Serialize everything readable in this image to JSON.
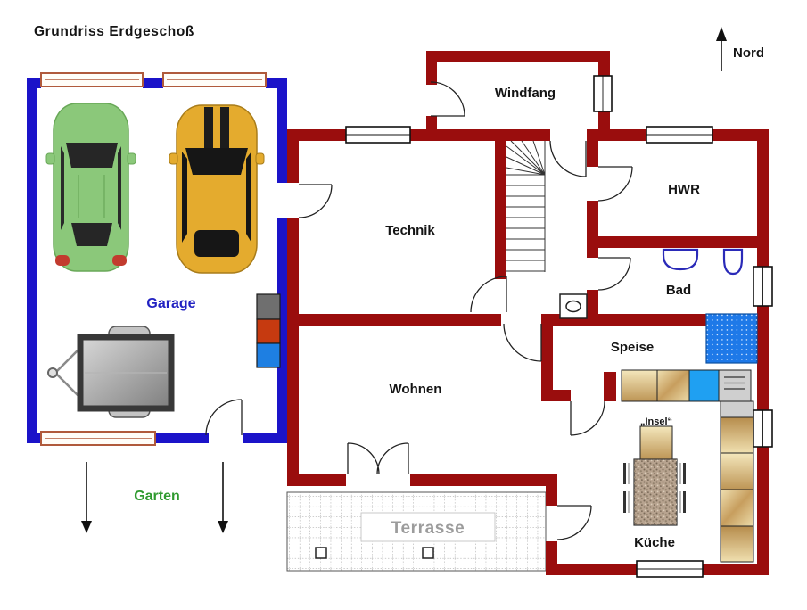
{
  "title": "Grundriss Erdgeschoß",
  "compass": {
    "north_label": "Nord"
  },
  "floor_plan": {
    "rooms": {
      "windfang": "Windfang",
      "technik": "Technik",
      "hwr": "HWR",
      "bad": "Bad",
      "speise": "Speise",
      "wohnen": "Wohnen",
      "kueche": "Küche",
      "garage": "Garage"
    },
    "annotations": {
      "insel": "„Insel“",
      "terrasse": "Terrasse",
      "garten": "Garten"
    },
    "objects": [
      "green-car",
      "yellow-car",
      "trailer",
      "waste-bins",
      "kitchen-island",
      "stairs",
      "shower",
      "sink",
      "toilet",
      "terrace-tiles"
    ]
  },
  "colors": {
    "wall": "#9a0d0d",
    "garage_wall": "#1b13c9",
    "garage_window_frame": "#b05a3c",
    "garage_label": "#2222c2",
    "garten_label": "#2f9a2f",
    "terrasse_label": "#9c9c9c",
    "shower_blue": "#1e79e8",
    "sink_blue": "#1fa0f2",
    "bath_fixture_blue": "#2a2ab8",
    "appliance_gray": "#cfcfcf",
    "car_green": "#8bc87a",
    "car_yellow": "#e4ab2e",
    "bin_gray": "#6f6f6f",
    "bin_orange": "#c63a10",
    "bin_blue": "#1e7fe2"
  }
}
